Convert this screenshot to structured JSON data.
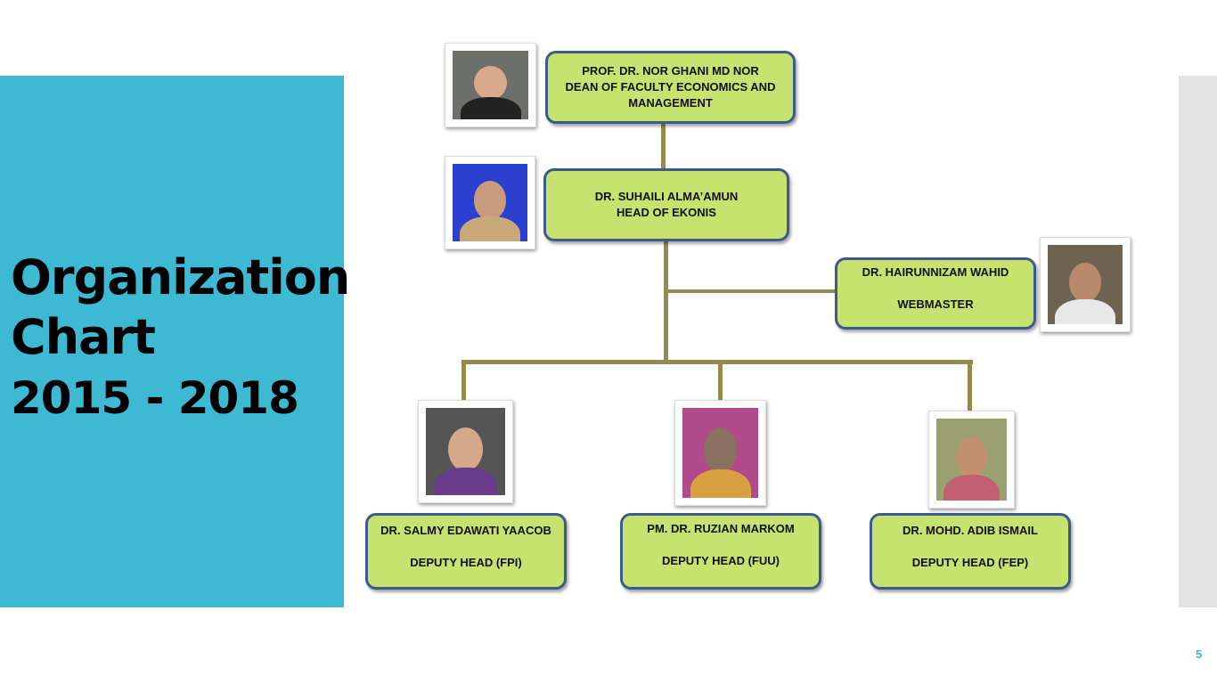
{
  "slide": {
    "title_line1": "Organization",
    "title_line2": "Chart",
    "title_line3": "2015 - 2018",
    "page_number": "5"
  },
  "colors": {
    "accent": "#3EB9D3",
    "box_fill": "#C5E36E",
    "box_border": "#3C5A8C",
    "connector": "#968A4F"
  },
  "nodes": {
    "dean": {
      "name": "PROF. DR. NOR GHANI  MD NOR",
      "role": "DEAN OF FACULTY ECONOMICS AND MANAGEMENT"
    },
    "head": {
      "name": "DR. SUHAILI ALMA’AMUN",
      "role": "HEAD OF EKONIS"
    },
    "webmaster": {
      "name": "DR. HAIRUNNIZAM WAHID",
      "role": "WEBMASTER"
    },
    "fpi": {
      "name": "DR. SALMY EDAWATI YAACOB",
      "role": "DEPUTY HEAD (FPI)"
    },
    "fuu": {
      "name": "PM. DR. RUZIAN MARKOM",
      "role": "DEPUTY HEAD (FUU)"
    },
    "fep": {
      "name": "DR. MOHD. ADIB ISMAIL",
      "role": "DEPUTY HEAD (FEP)"
    }
  }
}
